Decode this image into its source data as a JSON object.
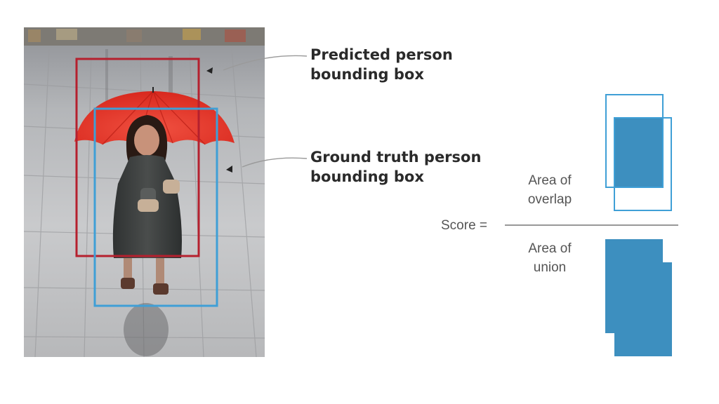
{
  "callouts": {
    "predicted": "Predicted person\nbounding box",
    "ground_truth": "Ground truth person\nbounding box"
  },
  "formula": {
    "score_label": "Score =",
    "numerator": "Area of\noverlap",
    "denominator": "Area of\nunion"
  },
  "colors": {
    "predicted_box": "#b5202e",
    "ground_truth_box": "#3f9fd6",
    "area_fill": "#3d8fbf",
    "umbrella": "#e83a2a"
  }
}
